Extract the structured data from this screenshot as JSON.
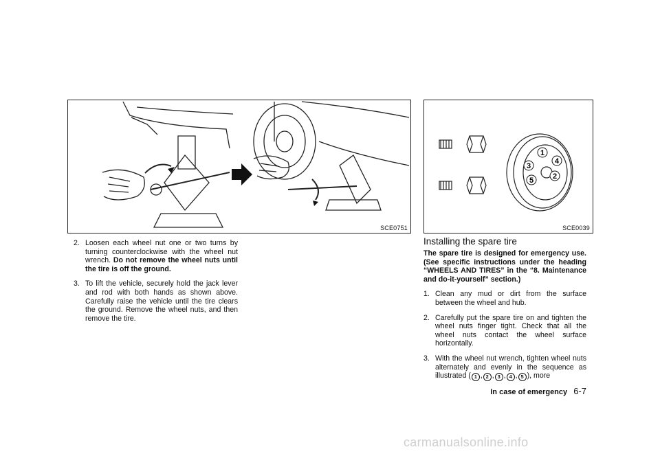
{
  "figures": {
    "left_code": "SCE0751",
    "right_code": "SCE0039",
    "lug_labels": [
      "1",
      "2",
      "3",
      "4",
      "5"
    ]
  },
  "left_column": {
    "items": [
      {
        "num": "2.",
        "text": "Loosen each wheel nut one or two turns by turning counterclockwise with the wheel nut wrench.",
        "bold": "Do not remove the wheel nuts until the tire is off the ground."
      },
      {
        "num": "3.",
        "text": "To lift the vehicle, securely hold the jack lever and rod with both hands as shown above. Carefully raise the vehicle until the tire clears the ground. Remove the wheel nuts, and then remove the tire."
      }
    ]
  },
  "right_column": {
    "section_title": "Installing the spare tire",
    "intro": "The spare tire is designed for emergency use. (See specific instructions under the heading “WHEELS AND TIRES” in the “8. Maintenance and do-it-yourself” section.)",
    "items": [
      {
        "num": "1.",
        "text": "Clean any mud or dirt from the surface between the wheel and hub."
      },
      {
        "num": "2.",
        "text": "Carefully put the spare tire on and tighten the wheel nuts finger tight. Check that all the wheel nuts contact the wheel surface horizontally."
      },
      {
        "num": "3.",
        "text_before": "With the wheel nut wrench, tighten wheel nuts alternately and evenly in the sequence as illustrated (",
        "sequence": [
          "1",
          "2",
          "3",
          "4",
          "5"
        ],
        "text_after": "), more"
      }
    ]
  },
  "footer": {
    "section": "In case of emergency",
    "page": "6-7"
  },
  "watermark": "carmanualsonline.info"
}
